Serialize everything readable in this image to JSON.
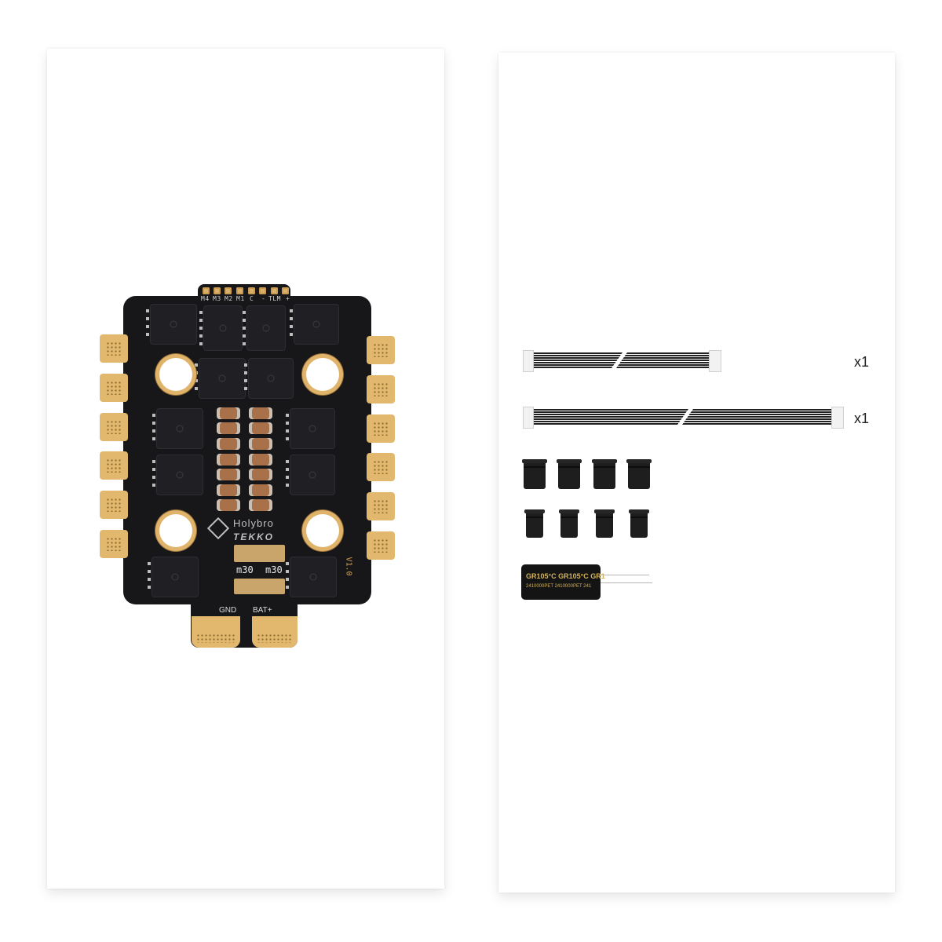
{
  "panels": {
    "left": {
      "name": "esc-board-panel"
    },
    "right": {
      "name": "accessories-panel"
    }
  },
  "board": {
    "brand": "Holybro",
    "sub_brand": "TEKKO",
    "version": "V1.0",
    "signal_pins": [
      "M4",
      "M3",
      "M2",
      "M1",
      "C",
      "-",
      "TLM",
      "+"
    ],
    "shunt_labels": [
      "m30",
      "m30"
    ],
    "power_pads": [
      "GND",
      "BAT+"
    ],
    "colors": {
      "pcb": "#17171a",
      "gold": "#e2b86f",
      "capacitor": "#a9714a"
    }
  },
  "accessories": {
    "cables": [
      {
        "name": "short-jst-cable",
        "qty": "x1"
      },
      {
        "name": "long-jst-cable",
        "qty": "x1"
      }
    ],
    "grommets": {
      "large_count": 4,
      "small_count": 4
    },
    "capacitor": {
      "label_line1": "GR105°C GR105°C GR1",
      "label_line2": "2410000PET 2410000PET 241"
    }
  }
}
